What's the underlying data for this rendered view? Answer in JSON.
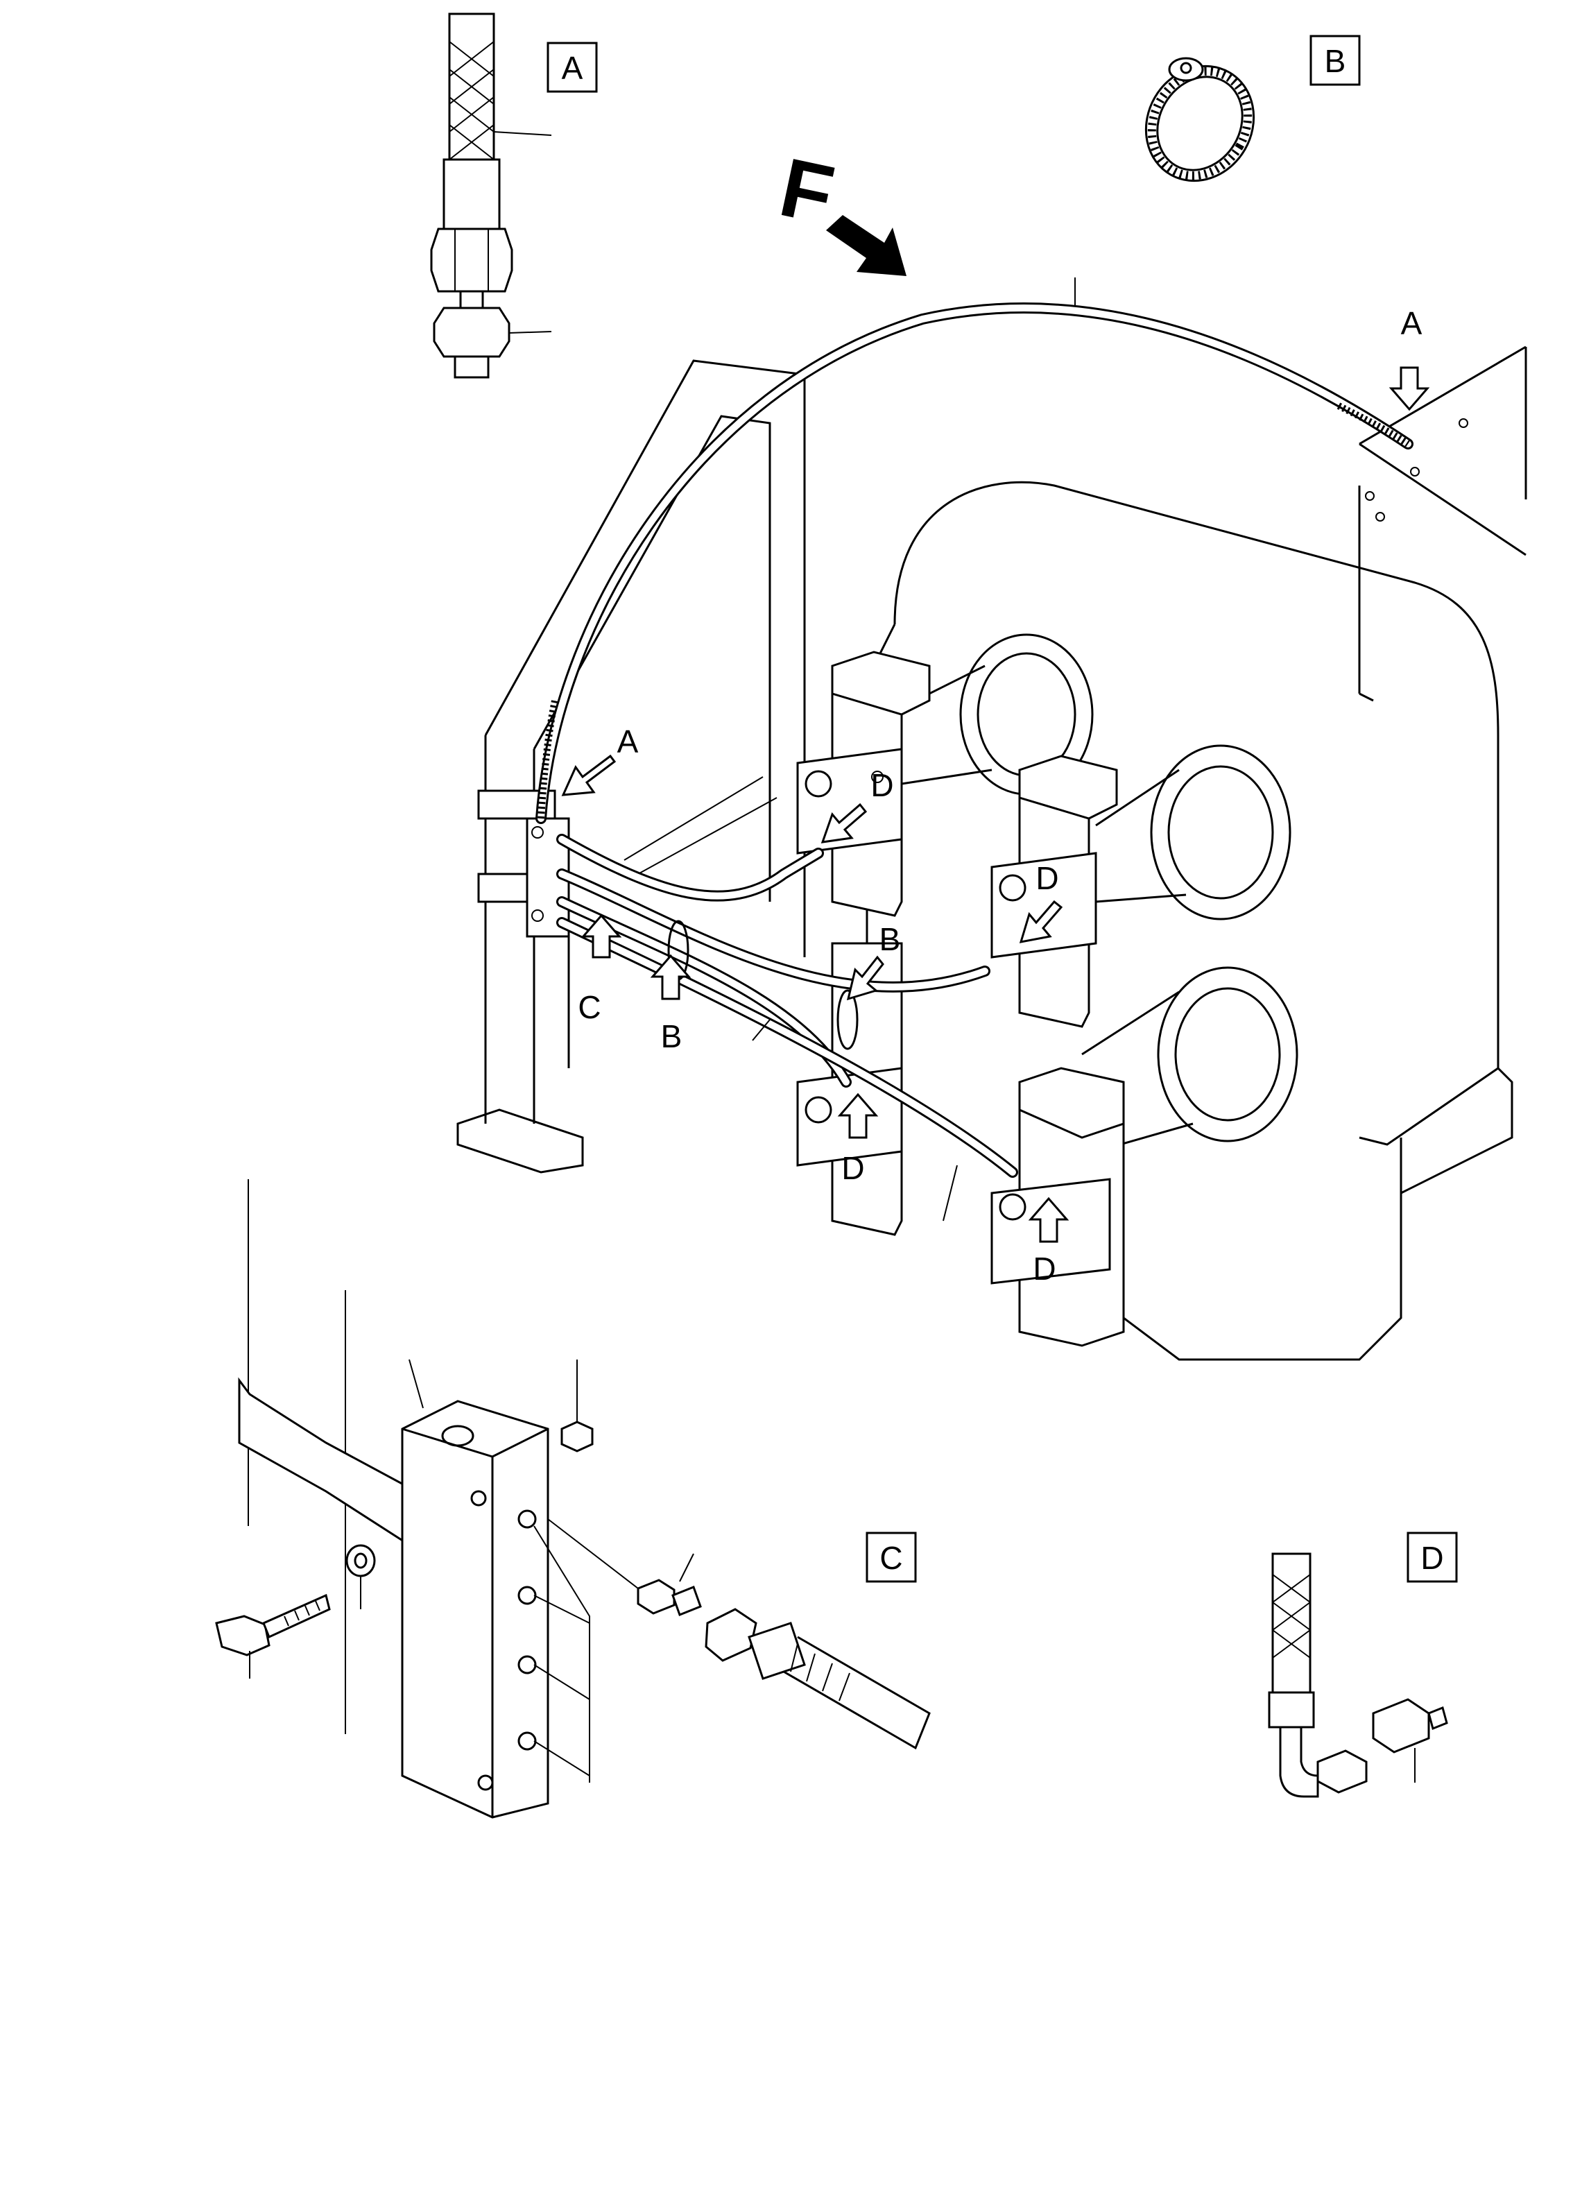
{
  "detail_labels": {
    "a": "A",
    "b": "B",
    "c": "C",
    "d": "D"
  },
  "view_direction": {
    "letter": "F"
  },
  "callouts": {
    "a_top": "A",
    "a_left": "A",
    "b_1": "B",
    "b_2": "B",
    "c": "C",
    "d_1": "D",
    "d_2": "D",
    "d_3": "D",
    "d_4": "D"
  }
}
